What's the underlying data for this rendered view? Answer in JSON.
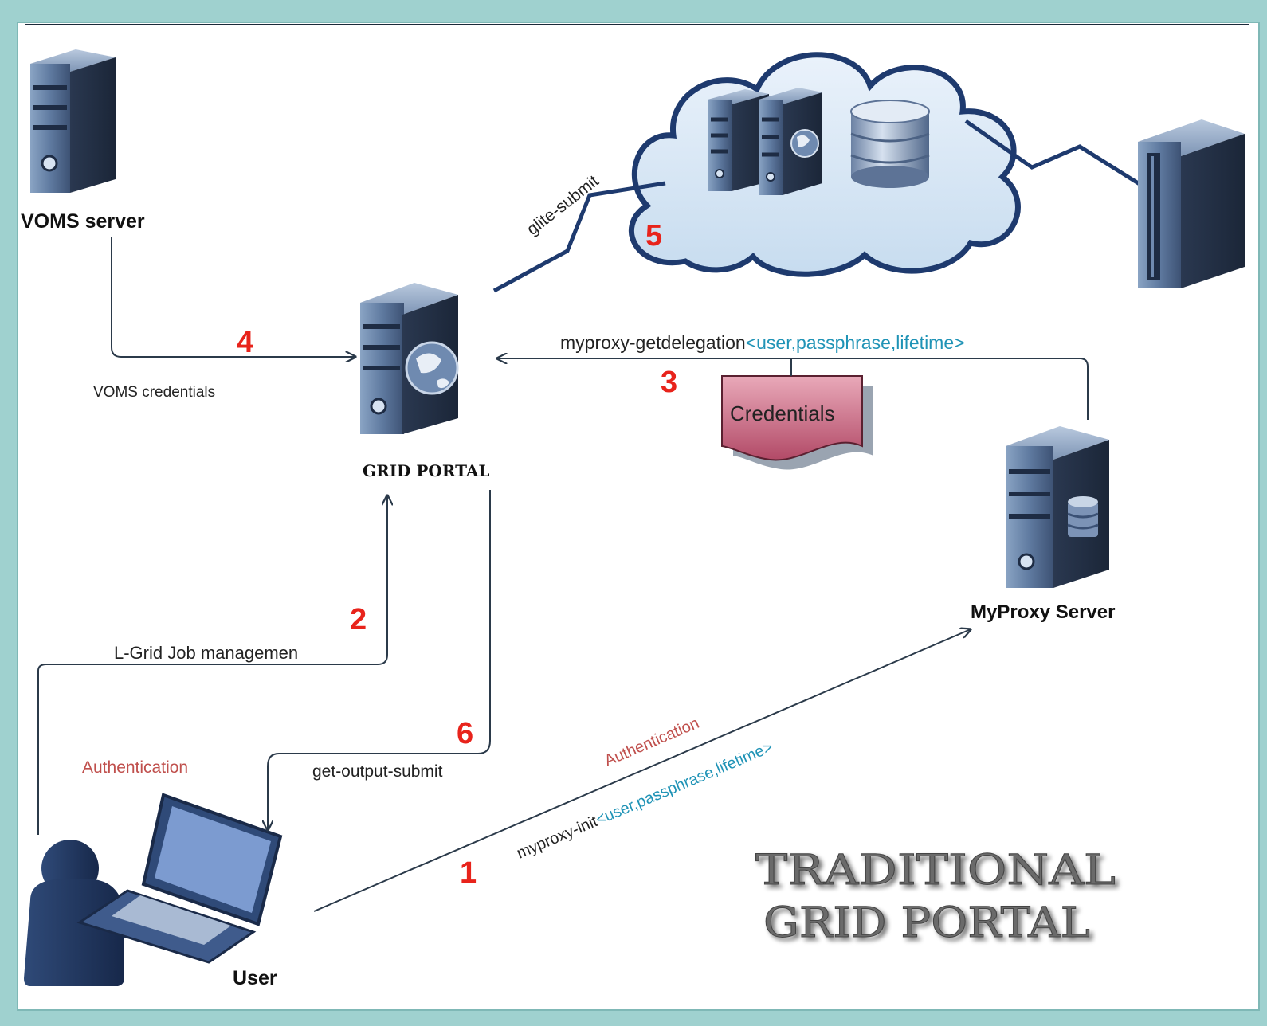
{
  "colors": {
    "frame": "#9fd1cf",
    "frame_shadow": "#7fb8b6",
    "step_number": "#e8231b",
    "auth_text": "#c0504d",
    "param_text": "#1f93b6",
    "arrow": "#2b3a4a",
    "credentials_fill": "#c96d86",
    "cloud_fill": "#d9e8f6",
    "cloud_stroke": "#1e3a6e",
    "server_body": "#4a5f7e"
  },
  "nodes": {
    "voms_label": "VOMS server",
    "portal_label": "GRID PORTAL",
    "myproxy_label": "MyProxy Server",
    "user_label": "User",
    "credentials_label": "Credentials"
  },
  "edges": {
    "voms_credentials": "VOMS credentials",
    "glite_submit": "glite-submit",
    "getdelegation_cmd": "myproxy-getdelegation",
    "getdelegation_params": "<user,passphrase,lifetime>",
    "job_management": "L-Grid Job managemen",
    "get_output": "get-output-submit",
    "auth_left": "Authentication",
    "auth_diag": "Authentication",
    "init_cmd": "myproxy-init",
    "init_params": "<user,passphrase,lifetime>"
  },
  "steps": {
    "s1": "1",
    "s2": "2",
    "s3": "3",
    "s4": "4",
    "s5": "5",
    "s6": "6"
  },
  "title": {
    "line1": "TRADITIONAL",
    "line2": "GRID PORTAL"
  }
}
